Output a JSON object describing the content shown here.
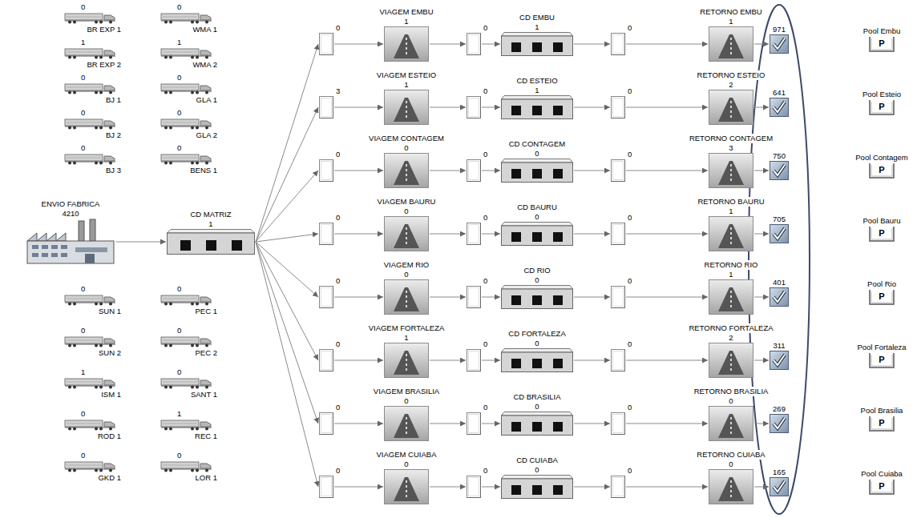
{
  "diagram": {
    "nodes": [
      {
        "text": [
          "ENVIO FABRICA",
          "4210"
        ]
      },
      {
        "text": [
          "CD MATRIZ",
          "1"
        ]
      },
      {
        "text": [
          "0"
        ]
      },
      {
        "text": [
          "VIAGEM EMBU",
          "1"
        ]
      },
      {
        "text": [
          "0"
        ]
      },
      {
        "text": [
          "CD EMBU",
          "1"
        ]
      },
      {
        "text": [
          "0"
        ]
      },
      {
        "text": [
          "RETORNO EMBU",
          "1"
        ]
      },
      {
        "text": [
          "971"
        ]
      },
      {
        "text": [
          "Pool Embu",
          "P"
        ]
      },
      {
        "text": [
          "3"
        ]
      },
      {
        "text": [
          "VIAGEM ESTEIO",
          "1"
        ]
      },
      {
        "text": [
          "0"
        ]
      },
      {
        "text": [
          "CD ESTEIO",
          "1"
        ]
      },
      {
        "text": [
          "0"
        ]
      },
      {
        "text": [
          "RETORNO ESTEIO",
          "2"
        ]
      },
      {
        "text": [
          "641"
        ]
      },
      {
        "text": [
          "Pool Esteio",
          "P"
        ]
      },
      {
        "text": [
          "0"
        ]
      },
      {
        "text": [
          "VIAGEM CONTAGEM",
          "0"
        ]
      },
      {
        "text": [
          "0"
        ]
      },
      {
        "text": [
          "CD CONTAGEM",
          "0"
        ]
      },
      {
        "text": [
          "0"
        ]
      },
      {
        "text": [
          "RETORNO CONTAGEM",
          "3"
        ]
      },
      {
        "text": [
          "750"
        ]
      },
      {
        "text": [
          "Pool Contagem",
          "P"
        ]
      },
      {
        "text": [
          "0"
        ]
      },
      {
        "text": [
          "VIAGEM BAURU",
          "0"
        ]
      },
      {
        "text": [
          "0"
        ]
      },
      {
        "text": [
          "CD BAURU",
          "0"
        ]
      },
      {
        "text": [
          "0"
        ]
      },
      {
        "text": [
          "RETORNO BAURU",
          "1"
        ]
      },
      {
        "text": [
          "705"
        ]
      },
      {
        "text": [
          "Pool Bauru",
          "P"
        ]
      },
      {
        "text": [
          "0"
        ]
      },
      {
        "text": [
          "VIAGEM RIO",
          "0"
        ]
      },
      {
        "text": [
          "0"
        ]
      },
      {
        "text": [
          "CD RIO",
          "0"
        ]
      },
      {
        "text": [
          "0"
        ]
      },
      {
        "text": [
          "RETORNO RIO",
          "1"
        ]
      },
      {
        "text": [
          "401"
        ]
      },
      {
        "text": [
          "Pool Rio",
          "P"
        ]
      },
      {
        "text": [
          "0"
        ]
      },
      {
        "text": [
          "VIAGEM FORTALEZA",
          "1"
        ]
      },
      {
        "text": [
          "0"
        ]
      },
      {
        "text": [
          "CD FORTALEZA",
          "0"
        ]
      },
      {
        "text": [
          "0"
        ]
      },
      {
        "text": [
          "RETORNO FORTALEZA",
          "2"
        ]
      },
      {
        "text": [
          "311"
        ]
      },
      {
        "text": [
          "Pool Fortaleza",
          "P"
        ]
      },
      {
        "text": [
          "0"
        ]
      },
      {
        "text": [
          "VIAGEM BRASILIA",
          "0"
        ]
      },
      {
        "text": [
          "0"
        ]
      },
      {
        "text": [
          "CD BRASILIA",
          "0"
        ]
      },
      {
        "text": [
          "0"
        ]
      },
      {
        "text": [
          "RETORNO BRASILIA",
          "0"
        ]
      },
      {
        "text": [
          "269"
        ]
      },
      {
        "text": [
          "Pool Brasilia",
          "P"
        ]
      },
      {
        "text": [
          "0"
        ]
      },
      {
        "text": [
          "VIAGEM CUIABA",
          "0"
        ]
      },
      {
        "text": [
          "0"
        ]
      },
      {
        "text": [
          "CD CUIABA",
          "0"
        ]
      },
      {
        "text": [
          "0"
        ]
      },
      {
        "text": [
          "RETORNO CUIABA",
          "0"
        ]
      },
      {
        "text": [
          "165"
        ]
      },
      {
        "text": [
          "Pool Cuiaba",
          "P"
        ]
      }
    ],
    "edges": [
      {
        "from": 0,
        "to": 1,
        "arrow": "to"
      },
      {
        "from": 1,
        "to": 2,
        "arrow": "to"
      },
      {
        "from": 1,
        "to": 10,
        "arrow": "to"
      },
      {
        "from": 1,
        "to": 18,
        "arrow": "to"
      },
      {
        "from": 1,
        "to": 26,
        "arrow": "to"
      },
      {
        "from": 1,
        "to": 34,
        "arrow": "to"
      },
      {
        "from": 1,
        "to": 42,
        "arrow": "to"
      },
      {
        "from": 1,
        "to": 50,
        "arrow": "to"
      },
      {
        "from": 1,
        "to": 58,
        "arrow": "to"
      },
      {
        "from": 2,
        "to": 3,
        "arrow": "to"
      },
      {
        "from": 3,
        "to": 4,
        "arrow": "to"
      },
      {
        "from": 4,
        "to": 5,
        "arrow": "to"
      },
      {
        "from": 5,
        "to": 6,
        "arrow": "to"
      },
      {
        "from": 6,
        "to": 7,
        "arrow": "to"
      },
      {
        "from": 7,
        "to": 8,
        "arrow": "to"
      },
      {
        "from": 10,
        "to": 11,
        "arrow": "to"
      },
      {
        "from": 11,
        "to": 12,
        "arrow": "to"
      },
      {
        "from": 12,
        "to": 13,
        "arrow": "to"
      },
      {
        "from": 13,
        "to": 14,
        "arrow": "to"
      },
      {
        "from": 14,
        "to": 15,
        "arrow": "to"
      },
      {
        "from": 15,
        "to": 16,
        "arrow": "to"
      },
      {
        "from": 18,
        "to": 19,
        "arrow": "to"
      },
      {
        "from": 19,
        "to": 20,
        "arrow": "to"
      },
      {
        "from": 20,
        "to": 21,
        "arrow": "to"
      },
      {
        "from": 21,
        "to": 22,
        "arrow": "to"
      },
      {
        "from": 22,
        "to": 23,
        "arrow": "to"
      },
      {
        "from": 23,
        "to": 24,
        "arrow": "to"
      },
      {
        "from": 26,
        "to": 27,
        "arrow": "to"
      },
      {
        "from": 27,
        "to": 28,
        "arrow": "to"
      },
      {
        "from": 28,
        "to": 29,
        "arrow": "to"
      },
      {
        "from": 29,
        "to": 30,
        "arrow": "to"
      },
      {
        "from": 30,
        "to": 31,
        "arrow": "to"
      },
      {
        "from": 31,
        "to": 32,
        "arrow": "to"
      },
      {
        "from": 34,
        "to": 35,
        "arrow": "to"
      },
      {
        "from": 35,
        "to": 36,
        "arrow": "to"
      },
      {
        "from": 36,
        "to": 37,
        "arrow": "to"
      },
      {
        "from": 37,
        "to": 38,
        "arrow": "to"
      },
      {
        "from": 38,
        "to": 39,
        "arrow": "to"
      },
      {
        "from": 39,
        "to": 40,
        "arrow": "to"
      },
      {
        "from": 42,
        "to": 43,
        "arrow": "to"
      },
      {
        "from": 43,
        "to": 44,
        "arrow": "to"
      },
      {
        "from": 44,
        "to": 45,
        "arrow": "to"
      },
      {
        "from": 45,
        "to": 46,
        "arrow": "to"
      },
      {
        "from": 46,
        "to": 47,
        "arrow": "to"
      },
      {
        "from": 47,
        "to": 48,
        "arrow": "to"
      },
      {
        "from": 50,
        "to": 51,
        "arrow": "to"
      },
      {
        "from": 51,
        "to": 52,
        "arrow": "to"
      },
      {
        "from": 52,
        "to": 53,
        "arrow": "to"
      },
      {
        "from": 53,
        "to": 54,
        "arrow": "to"
      },
      {
        "from": 54,
        "to": 55,
        "arrow": "to"
      },
      {
        "from": 55,
        "to": 56,
        "arrow": "to"
      },
      {
        "from": 58,
        "to": 59,
        "arrow": "to"
      },
      {
        "from": 59,
        "to": 60,
        "arrow": "to"
      },
      {
        "from": 60,
        "to": 61,
        "arrow": "to"
      },
      {
        "from": 61,
        "to": 62,
        "arrow": "to"
      },
      {
        "from": 62,
        "to": 63,
        "arrow": "to"
      },
      {
        "from": 63,
        "to": 64,
        "arrow": "to"
      }
    ],
    "labels": [
      "0",
      "BR EXP 1",
      "0",
      "WMA 1",
      "1",
      "BR EXP 2",
      "1",
      "WMA 2",
      "0",
      "BJ 1",
      "0",
      "GLA 1",
      "0",
      "BJ 2",
      "0",
      "GLA 2",
      "0",
      "BJ 3",
      "0",
      "BENS 1",
      "0",
      "SUN 1",
      "0",
      "PEC 1",
      "0",
      "SUN 2",
      "0",
      "PEC 2",
      "1",
      "ISM 1",
      "0",
      "SANT 1",
      "0",
      "ROD 1",
      "1",
      "REC 1",
      "0",
      "GKD 1",
      "0",
      "LOR 1"
    ]
  }
}
